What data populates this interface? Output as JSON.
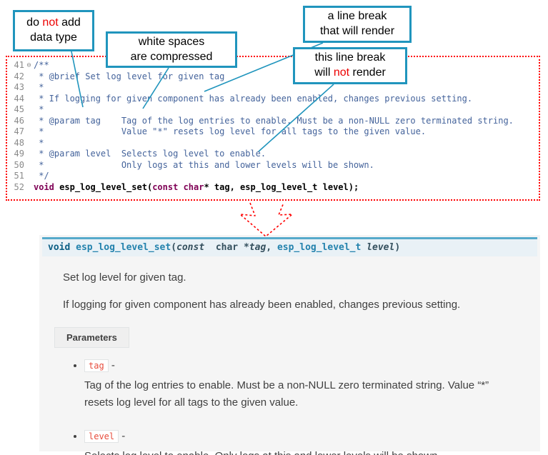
{
  "colors": {
    "callout_teal": "#2095bd",
    "annotation_red": "#ec0000",
    "frame_red": "#ff0000",
    "code_comment": "#44639b",
    "code_keyword": "#7f0055",
    "doc_link_teal": "#2382ad",
    "param_name_red": "#e74c3c",
    "doc_panel_bg": "#f5f5f5"
  },
  "callouts": {
    "c1": {
      "a": "do ",
      "not": "not",
      "b": " add",
      "l2": "data type"
    },
    "c2": {
      "l1": "white spaces",
      "l2": "are  compressed"
    },
    "c3": {
      "l1": "a line break",
      "l2": "that will render"
    },
    "c4": {
      "l1": "this line break",
      "a": "will ",
      "not": "not",
      "b": " render"
    }
  },
  "code": {
    "lines": [
      {
        "n": "41",
        "fold": "⊖",
        "seg": [
          [
            "/**",
            "c"
          ]
        ]
      },
      {
        "n": "42",
        "seg": [
          [
            " * @brief Set log level for given tag",
            "c"
          ]
        ]
      },
      {
        "n": "43",
        "seg": [
          [
            " *",
            "c"
          ]
        ]
      },
      {
        "n": "44",
        "seg": [
          [
            " * If logging for given component has already been enabled, changes previous setting.",
            "c"
          ]
        ]
      },
      {
        "n": "45",
        "seg": [
          [
            " *",
            "c"
          ]
        ]
      },
      {
        "n": "46",
        "seg": [
          [
            " * @param tag    Tag of the log entries to enable. Must be a non-NULL zero terminated string.",
            "c"
          ]
        ]
      },
      {
        "n": "47",
        "seg": [
          [
            " *               Value \"*\" resets log level for all tags to the given value.",
            "c"
          ]
        ]
      },
      {
        "n": "48",
        "seg": [
          [
            " *",
            "c"
          ]
        ]
      },
      {
        "n": "49",
        "seg": [
          [
            " * @param level  Selects log level to enable.",
            "c"
          ]
        ]
      },
      {
        "n": "50",
        "seg": [
          [
            " *               Only logs at this and lower levels will be shown.",
            "c"
          ]
        ]
      },
      {
        "n": "51",
        "seg": [
          [
            " */",
            "c"
          ]
        ]
      },
      {
        "n": "52",
        "seg": [
          [
            "void",
            "k"
          ],
          [
            " ",
            "b"
          ],
          [
            "esp_log_level_set",
            "f"
          ],
          [
            "(",
            "b"
          ],
          [
            "const",
            "k"
          ],
          [
            " ",
            "b"
          ],
          [
            "char",
            "k"
          ],
          [
            "* tag, esp_log_level_t level);",
            "b"
          ]
        ]
      }
    ]
  },
  "doc": {
    "signature": [
      {
        "t": "void ",
        "c": "sg-kw"
      },
      {
        "t": "esp_log_level_set",
        "c": "sg-name"
      },
      {
        "t": "(",
        "c": "sg-p"
      },
      {
        "t": "const",
        "c": "sg-kwi"
      },
      {
        "t": "  char *",
        "c": "sg-p"
      },
      {
        "t": "tag",
        "c": "sg-arg"
      },
      {
        "t": ", ",
        "c": "sg-p"
      },
      {
        "t": "esp_log_level_t ",
        "c": "sg-type"
      },
      {
        "t": "level",
        "c": "sg-arg"
      },
      {
        "t": ")",
        "c": "sg-p"
      }
    ],
    "p1": "Set log level for given tag.",
    "p2": "If logging for given component has already been enabled, changes previous setting.",
    "params_label": "Parameters",
    "dash": " -",
    "params": [
      {
        "name": "tag",
        "desc": "Tag of the log entries to enable. Must be a non-NULL zero terminated string. Value “*” resets log level for all tags to the given value."
      },
      {
        "name": "level",
        "desc": "Selects log level to enable. Only logs at this and lower levels will be shown."
      }
    ]
  }
}
